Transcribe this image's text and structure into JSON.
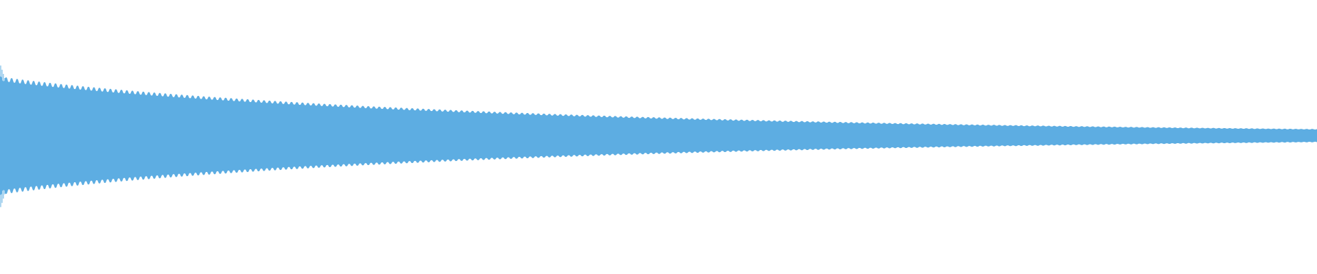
{
  "waveform": {
    "color": "#5dade2",
    "background": "#ffffff",
    "envelope": {
      "attack_peak": 0.64,
      "initial_level": 0.54,
      "final_level": 0.06,
      "decay": "exponential"
    }
  }
}
